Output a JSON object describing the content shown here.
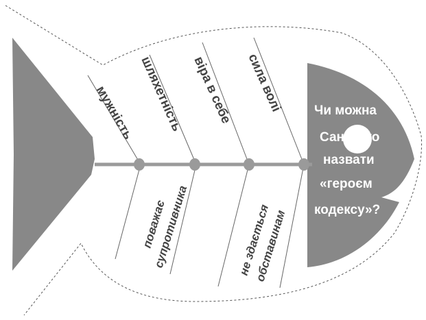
{
  "diagram": {
    "question_lines": [
      "Чи можна",
      "Сантьяго",
      "назвати",
      "«героєм",
      "кодексу»?"
    ],
    "top_causes": [
      "мужність",
      "шляхетність",
      "віра в себе",
      "сила волі"
    ],
    "bottom_causes": [
      [
        "поважає",
        "супротивника"
      ],
      [
        "не здається",
        "обставинам"
      ]
    ]
  },
  "colors": {
    "fill": "#888888",
    "spine": "#9a9a9a",
    "node": "#9a9a9a",
    "outline": "#555555",
    "text": "#444444",
    "head_text": "#ffffff"
  }
}
